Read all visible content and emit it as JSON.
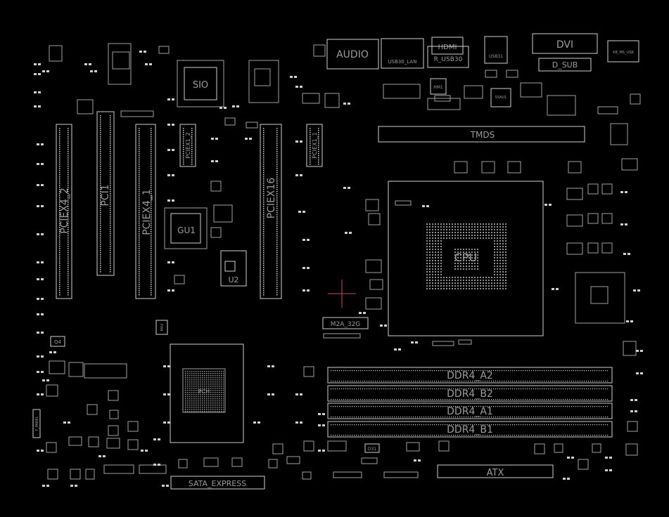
{
  "labels": {
    "audio": "AUDIO",
    "usb30_lan": "USB30_LAN",
    "hdmi": "HDMI",
    "r_usb30": "R_USB30",
    "usb31": "USB31",
    "dvi": "DVI",
    "d_sub": "D_SUB",
    "ki_usb_usb": "KB_MS_USB",
    "sio": "SIO",
    "hm1": "HM1",
    "ssau1": "SSAU1",
    "tmds": "TMDS",
    "pciex4_2": "PCIEX4_2",
    "pci1": "PCI1",
    "pciex4_1": "PCIEX4_1",
    "pciex16": "PCIEX16",
    "pciex1_2": "PCIEX1_2",
    "pciex1_1": "PCIEX1_1",
    "gu1": "GU1",
    "u2": "U2",
    "cpu": "CPU",
    "m2a_32g": "M2A_32G",
    "ddr4_a2": "DDR4_A2",
    "ddr4_b2": "DDR4_B2",
    "ddr4_a1": "DDR4_A1",
    "ddr4_b1": "DDR4_B1",
    "atx": "ATX",
    "sata_express": "SATA_EXPRESS",
    "pch": "PCH",
    "q4": "Q4",
    "f_panel": "F_PANEL",
    "d31": "D31",
    "mx2": "MX2"
  },
  "colors": {
    "background": "#000000",
    "outline": "#cfcfcf",
    "label": "#9a9a9a",
    "crosshair": "#c0504d"
  }
}
